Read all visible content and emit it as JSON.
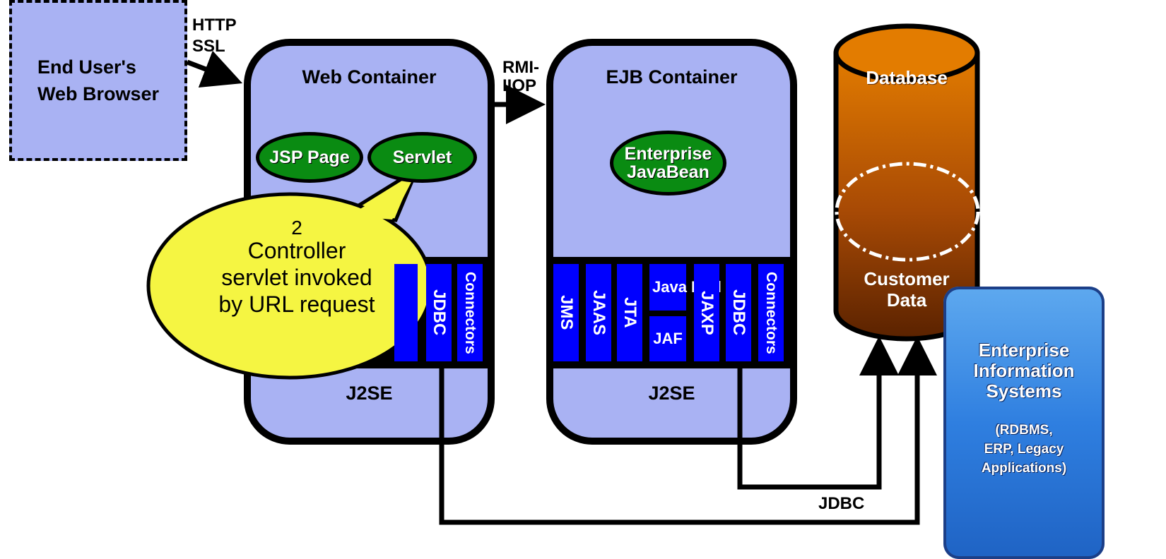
{
  "browser": {
    "label_line1": "End User's",
    "label_line2": "Web Browser"
  },
  "protocols": {
    "http": "HTTP",
    "ssl": "SSL",
    "rmi": "RMI-",
    "iiop": "IIOP",
    "jdbc_bottom": "JDBC"
  },
  "web_container": {
    "title": "Web Container",
    "jsp": "JSP Page",
    "servlet": "Servlet",
    "apis": [
      "JDBC",
      "Connectors"
    ],
    "platform": "J2SE"
  },
  "ejb_container": {
    "title": "EJB Container",
    "ejb_line1": "Enterprise",
    "ejb_line2": "JavaBean",
    "apis": [
      "JMS",
      "JAAS",
      "JTA",
      "Java Mail",
      "JAF",
      "JAXP",
      "JDBC",
      "Connectors"
    ],
    "platform": "J2SE"
  },
  "database": {
    "title": "Database",
    "data_line1": "Customer",
    "data_line2": "Data"
  },
  "eis": {
    "title_line1": "Enterprise",
    "title_line2": "Information",
    "title_line3": "Systems",
    "detail_line1": "(RDBMS,",
    "detail_line2": "ERP, Legacy",
    "detail_line3": "Applications)"
  },
  "callout": {
    "step": "2",
    "line1": "Controller",
    "line2": "servlet invoked",
    "line3": "by URL request"
  },
  "colors": {
    "container_fill": "#a9b2f3",
    "api_blue": "#0000ff",
    "bean_green": "#0a8b12",
    "database_top": "#e07a00",
    "database_bottom": "#6b2a00",
    "callout_fill": "#f5f542",
    "eis_blue": "#2f7fe0"
  }
}
